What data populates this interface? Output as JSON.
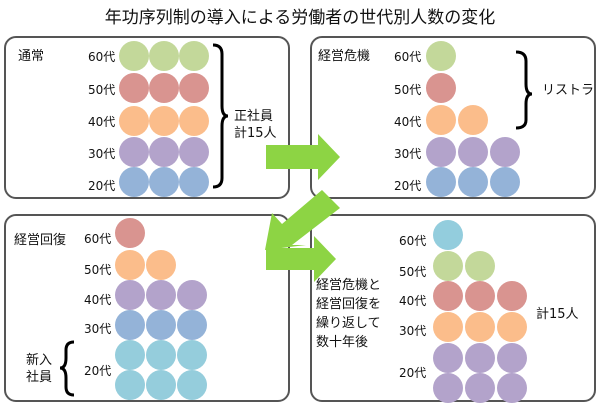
{
  "title": "年功序列制の導入による労働者の世代別人数の変化",
  "colors": {
    "60s": "#c3d89a",
    "50s": "#d99490",
    "40s": "#fbbd8b",
    "30s": "#b3a3cb",
    "20s": "#94b3d8",
    "new20s": "#95cddc",
    "hire60s": "#93cddd",
    "arrow": "#8dd444"
  },
  "panels": {
    "normal": {
      "title": "通常",
      "rows": [
        {
          "age": "60代",
          "count": 3,
          "color": "#c3d89a"
        },
        {
          "age": "50代",
          "count": 3,
          "color": "#d99490"
        },
        {
          "age": "40代",
          "count": 3,
          "color": "#fbbd8b"
        },
        {
          "age": "30代",
          "count": 3,
          "color": "#b3a3cb"
        },
        {
          "age": "20代",
          "count": 3,
          "color": "#94b3d8"
        }
      ],
      "note_line1": "正社員",
      "note_line2": "計15人"
    },
    "crisis": {
      "title": "経営危機",
      "rows": [
        {
          "age": "60代",
          "count": 1,
          "color": "#c3d89a"
        },
        {
          "age": "50代",
          "count": 1,
          "color": "#d99490"
        },
        {
          "age": "40代",
          "count": 2,
          "color": "#fbbd8b"
        },
        {
          "age": "30代",
          "count": 3,
          "color": "#b3a3cb"
        },
        {
          "age": "20代",
          "count": 3,
          "color": "#94b3d8"
        }
      ],
      "note": "リストラ"
    },
    "recovery": {
      "title": "経営回復",
      "rows": [
        {
          "age": "60代",
          "count": 1,
          "color": "#d99490"
        },
        {
          "age": "50代",
          "count": 2,
          "color": "#fbbd8b"
        },
        {
          "age": "40代",
          "count": 3,
          "color": "#b3a3cb"
        },
        {
          "age": "30代",
          "count": 3,
          "color": "#94b3d8"
        },
        {
          "age": "20代",
          "count": 6,
          "color": "#95cddc"
        }
      ],
      "note_line1": "新入",
      "note_line2": "社員"
    },
    "decades": {
      "rows": [
        {
          "age": "60代",
          "count": 1,
          "color": "#93cddd"
        },
        {
          "age": "50代",
          "count": 2,
          "color": "#c3d89a"
        },
        {
          "age": "40代",
          "count": 3,
          "color": "#d99490"
        },
        {
          "age": "30代",
          "count": 3,
          "color": "#fbbd8b"
        },
        {
          "age": "20代",
          "count": 6,
          "color": "#b3a3cb"
        }
      ],
      "desc": [
        "経営危機と",
        "経営回復を",
        "繰り返して",
        "数十年後"
      ],
      "note": "計15人"
    }
  }
}
